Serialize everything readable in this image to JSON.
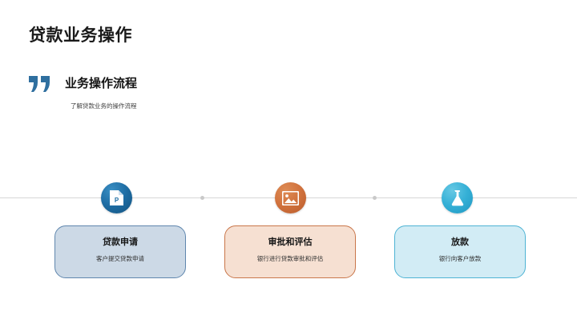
{
  "slide": {
    "page_title": "贷款业务操作",
    "quote": {
      "icon": "quote-mark-icon",
      "section_title": "业务操作流程",
      "section_subtitle": "了解贷款业务的操作流程"
    },
    "timeline": {
      "line_color": "#d6d6d6",
      "dot_color": "#c9c9c9",
      "nodes": [
        {
          "icon": "pdf-document-icon",
          "icon_letter": "P",
          "icon_color": "#1f6ea5",
          "card_title": "贷款申请",
          "card_desc": "客户提交贷款申请",
          "card_fill": "#ccd9e6",
          "card_border": "#5f86ad"
        },
        {
          "icon": "image-picture-icon",
          "icon_letter": "",
          "icon_color": "#d1723d",
          "card_title": "审批和评估",
          "card_desc": "银行进行贷款审批和评估",
          "card_fill": "#f6e0d2",
          "card_border": "#c9764a"
        },
        {
          "icon": "flask-beaker-icon",
          "icon_letter": "",
          "icon_color": "#35b0d6",
          "card_title": "放款",
          "card_desc": "银行向客户放款",
          "card_fill": "#d2ecf5",
          "card_border": "#4eb3d4"
        }
      ]
    }
  }
}
